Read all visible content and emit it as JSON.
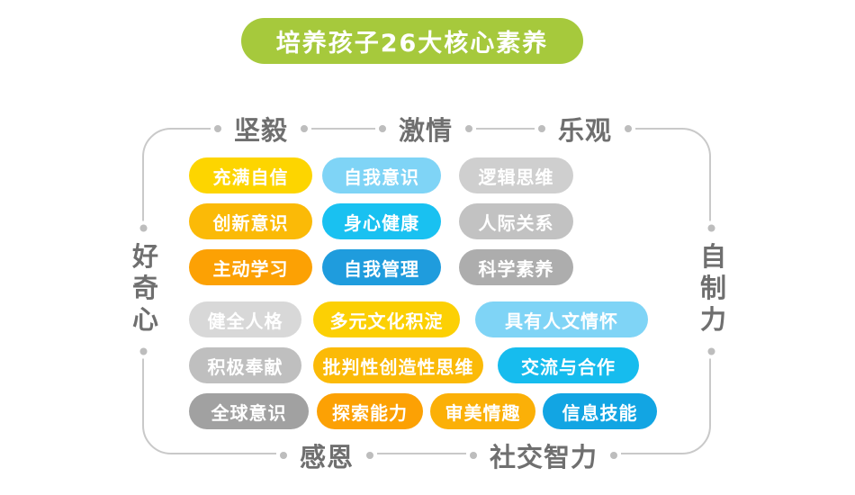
{
  "title": {
    "text": "培养孩子26大核心素养"
  },
  "colors": {
    "title_bg": "#a6c93c",
    "frame_line": "#c9c9c9",
    "edge_label": "#6f6f6f",
    "dot": "#bdbdbd"
  },
  "edge_labels": {
    "top": [
      "坚毅",
      "激情",
      "乐观"
    ],
    "bottom": [
      "感恩",
      "社交智力"
    ],
    "left": "好奇心",
    "right": "自制力"
  },
  "pills": [
    {
      "label": "充满自信",
      "color": "#fdd500"
    },
    {
      "label": "自我意识",
      "color": "#7fd4f6"
    },
    {
      "label": "逻辑思维",
      "color": "#cfcfcf"
    },
    {
      "label": "创新意识",
      "color": "#fbba07"
    },
    {
      "label": "身心健康",
      "color": "#19c1f1"
    },
    {
      "label": "人际关系",
      "color": "#c2c2c2"
    },
    {
      "label": "主动学习",
      "color": "#fca104"
    },
    {
      "label": "自我管理",
      "color": "#1f9cdd"
    },
    {
      "label": "科学素养",
      "color": "#adadad"
    },
    {
      "label": "健全人格",
      "color": "#d8d8d8"
    },
    {
      "label": "多元文化积淀",
      "color": "#fcd004"
    },
    {
      "label": "具有人文情怀",
      "color": "#7fd4f6"
    },
    {
      "label": "积极奉献",
      "color": "#bfbfbf"
    },
    {
      "label": "批判性创造性思维",
      "color": "#fbba07"
    },
    {
      "label": "交流与合作",
      "color": "#16bcee"
    },
    {
      "label": "全球意识",
      "color": "#a1a1a1"
    },
    {
      "label": "探索能力",
      "color": "#fca104"
    },
    {
      "label": "审美情趣",
      "color": "#fbb007"
    },
    {
      "label": "信息技能",
      "color": "#12a5e3"
    }
  ]
}
